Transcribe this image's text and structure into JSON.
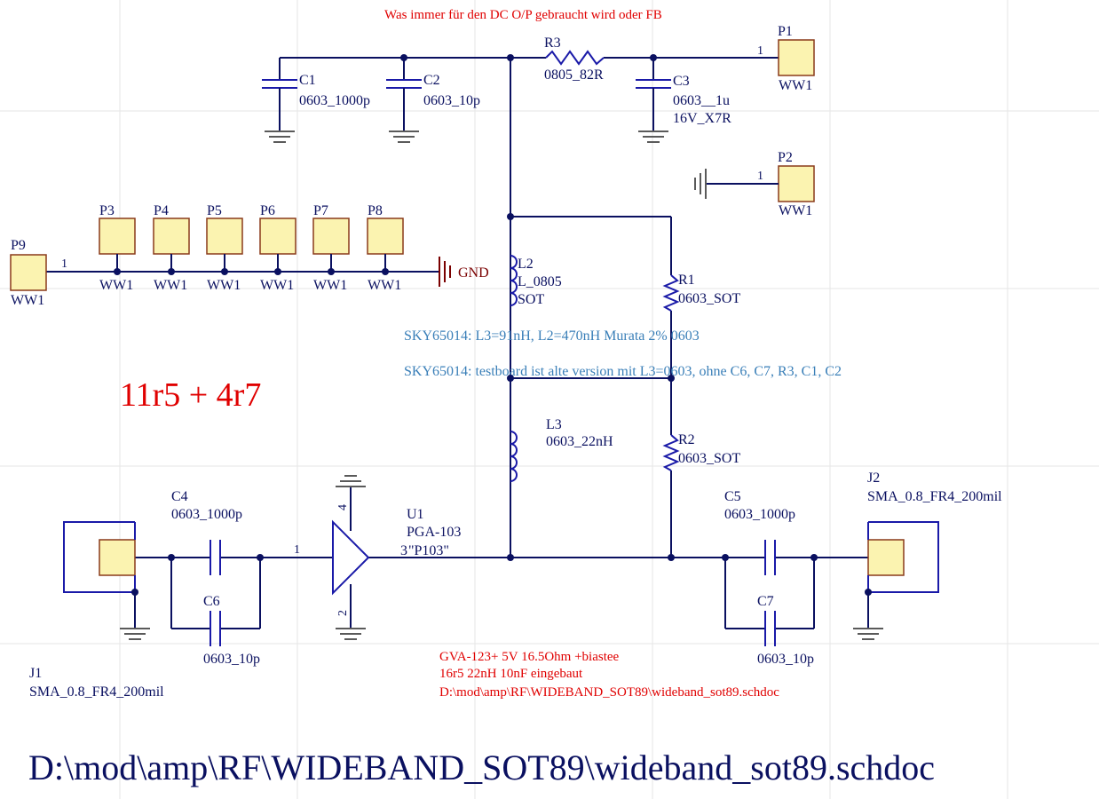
{
  "notes": {
    "top_note": "Was immer für den DC O/P gebraucht wird oder FB",
    "resistor_note": "11r5 + 4r7",
    "sky_note_1": "SKY65014: L3=91nH, L2=470nH Murata 2% 0603",
    "sky_note_2": "SKY65014: testboard ist alte version mit L3=0603, ohne C6, C7, R3, C1, C2",
    "gva_line_1": "GVA-123+  5V 16.5Ohm +biastee",
    "gva_line_2": "16r5  22nH 10nF eingebaut",
    "gva_line_3": "D:\\mod\\amp\\RF\\WIDEBAND_SOT89\\wideband_sot89.schdoc",
    "footer_path": "D:\\mod\\amp\\RF\\WIDEBAND_SOT89\\wideband_sot89.schdoc"
  },
  "components": {
    "C1": {
      "designator": "C1",
      "value": "0603_1000p"
    },
    "C2": {
      "designator": "C2",
      "value": "0603_10p"
    },
    "C3": {
      "designator": "C3",
      "value": "0603__1u",
      "value2": "16V_X7R"
    },
    "C4": {
      "designator": "C4",
      "value": "0603_1000p"
    },
    "C5": {
      "designator": "C5",
      "value": "0603_1000p"
    },
    "C6": {
      "designator": "C6",
      "value": "0603_10p"
    },
    "C7": {
      "designator": "C7",
      "value": "0603_10p"
    },
    "R1": {
      "designator": "R1",
      "value": "0603_SOT"
    },
    "R2": {
      "designator": "R2",
      "value": "0603_SOT"
    },
    "R3": {
      "designator": "R3",
      "value": "0805_82R"
    },
    "L2": {
      "designator": "L2",
      "value": "L_0805",
      "value2": "SOT"
    },
    "L3": {
      "designator": "L3",
      "value": "0603_22nH"
    },
    "U1": {
      "designator": "U1",
      "value": "PGA-103",
      "pin_in": "1",
      "pin_out": "3",
      "pin_top": "4",
      "pin_bottom": "2",
      "pin_out_label": "\"P103\""
    },
    "J1": {
      "designator": "J1",
      "value": "SMA_0.8_FR4_200mil"
    },
    "J2": {
      "designator": "J2",
      "value": "SMA_0.8_FR4_200mil"
    },
    "P1": {
      "designator": "P1",
      "value": "WW1",
      "pin": "1"
    },
    "P2": {
      "designator": "P2",
      "value": "WW1",
      "pin": "1"
    },
    "P3": {
      "designator": "P3",
      "value": "WW1"
    },
    "P4": {
      "designator": "P4",
      "value": "WW1"
    },
    "P5": {
      "designator": "P5",
      "value": "WW1"
    },
    "P6": {
      "designator": "P6",
      "value": "WW1"
    },
    "P7": {
      "designator": "P7",
      "value": "WW1"
    },
    "P8": {
      "designator": "P8",
      "value": "WW1"
    },
    "P9": {
      "designator": "P9",
      "value": "WW1",
      "pin": "1"
    }
  },
  "nets": {
    "gnd_label": "GND"
  },
  "colors": {
    "wire": "#0a1060",
    "component": "#1a1aa8",
    "note_red": "#e00000",
    "note_blue": "#3a7fb8",
    "pad_fill": "#fbf3b0",
    "footer_text": "#0a1060"
  }
}
